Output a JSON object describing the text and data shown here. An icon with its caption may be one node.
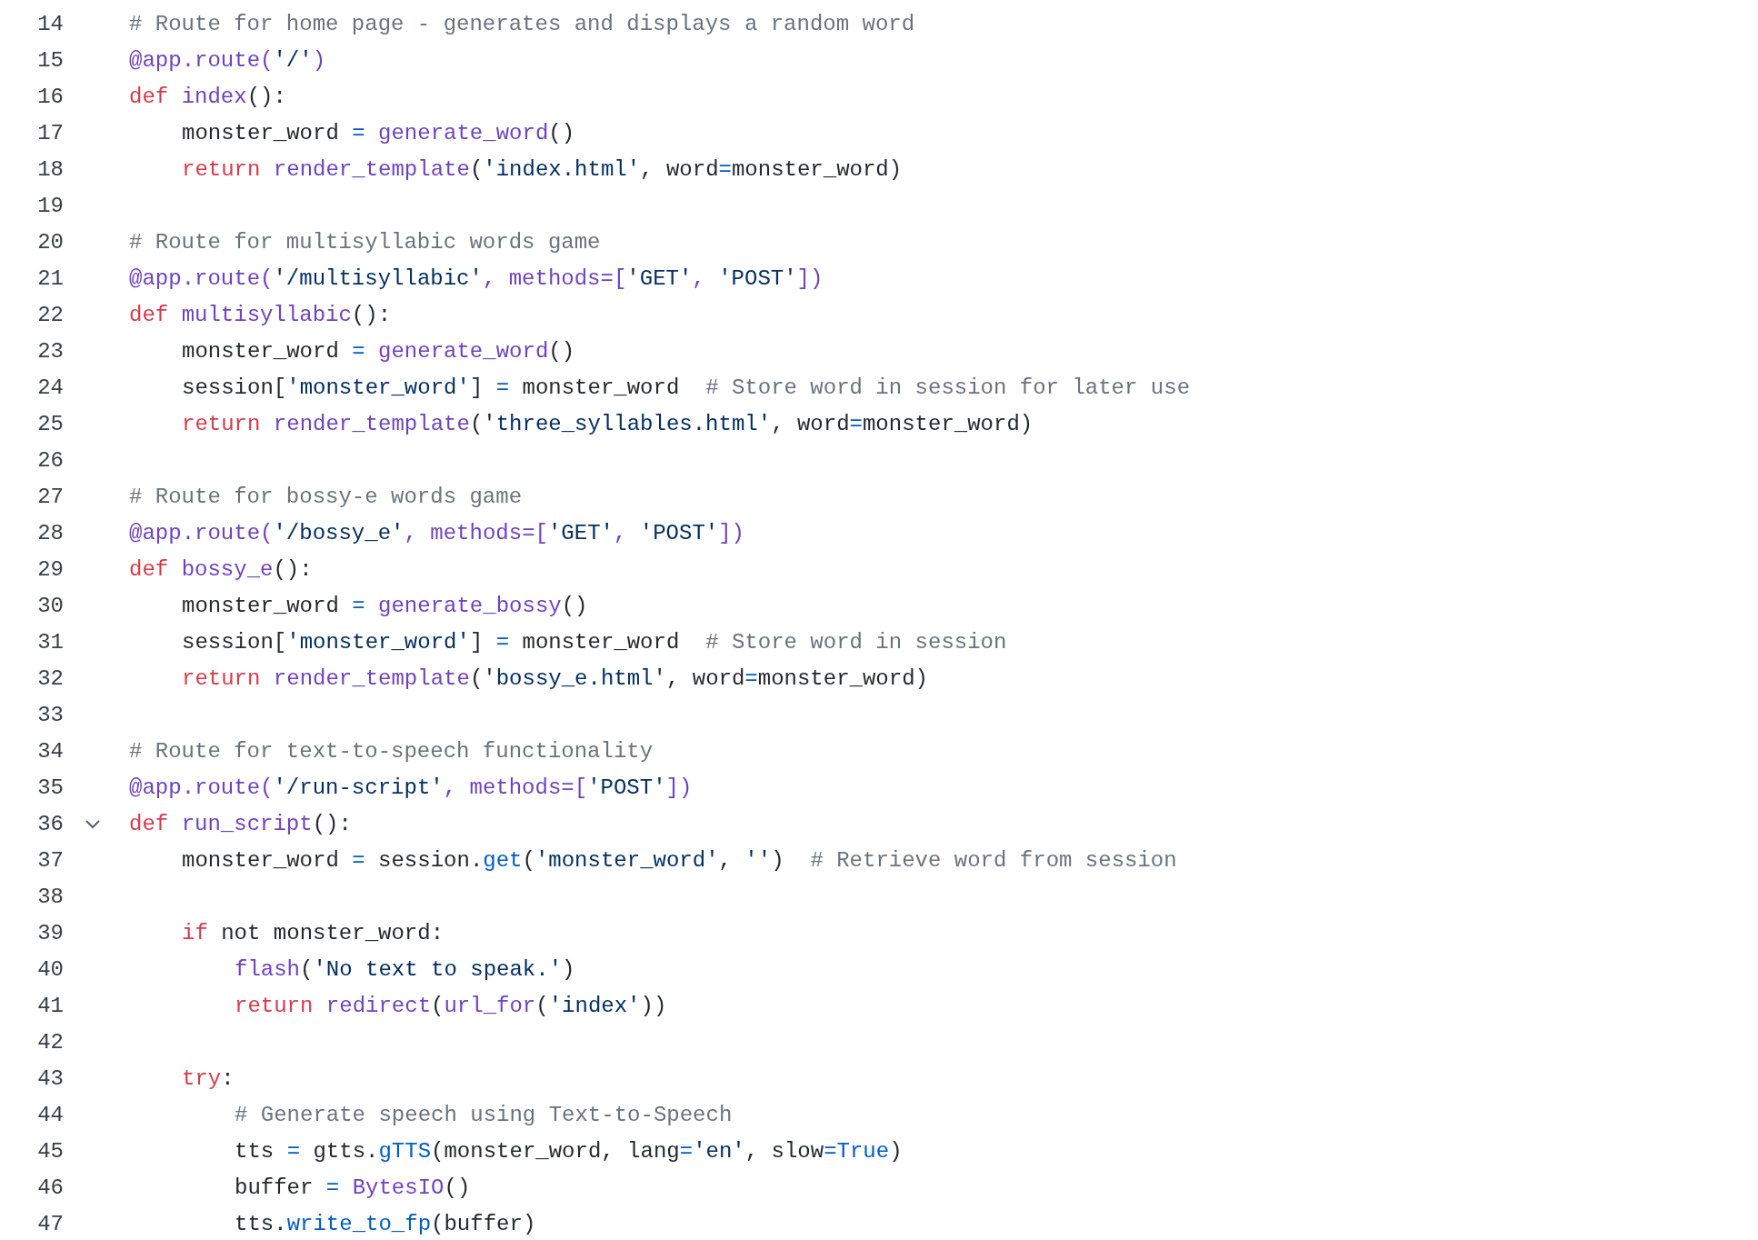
{
  "diagram": {
    "labels": [
      "14",
      "# Route for home page - generates and displays a random word",
      "15",
      "@app.route('/')",
      "16",
      "def index():",
      "17",
      "monster_word = generate_word()",
      "18",
      "return render_template('index.html', word=monster_word)",
      "19",
      "20",
      "# Route for multisyllabic words game",
      "21",
      "@app.route('/multisyllabic', methods=['GET', 'POST'])",
      "22",
      "def multisyllabic():",
      "23",
      "monster_word = generate_word()",
      "24",
      "session['monster_word'] = monster_word  # Store word in session for later use",
      "25",
      "return render_template('three_syllables.html', word=monster_word)",
      "26",
      "27",
      "# Route for bossy-e words game",
      "28",
      "@app.route('/bossy_e', methods=['GET', 'POST'])",
      "29",
      "def bossy_e():",
      "30",
      "monster_word = generate_bossy()",
      "31",
      "session['monster_word'] = monster_word  # Store word in session",
      "32",
      "return render_template('bossy_e.html', word=monster_word)",
      "33",
      "34",
      "# Route for text-to-speech functionality",
      "35",
      "@app.route('/run-script', methods=['POST'])",
      "36",
      "def run_script():",
      "37",
      "monster_word = session.get('monster_word', '')  # Retrieve word from session",
      "38",
      "39",
      "if not monster_word:",
      "40",
      "flash('No text to speak.')",
      "41",
      "return redirect(url_for('index'))",
      "42",
      "43",
      "try:",
      "44",
      "# Generate speech using Text-to-Speech",
      "45",
      "tts = gtts.gTTS(monster_word, lang='en', slow=True)",
      "46",
      "buffer = BytesIO()",
      "47",
      "tts.write_to_fp(buffer)"
    ]
  }
}
